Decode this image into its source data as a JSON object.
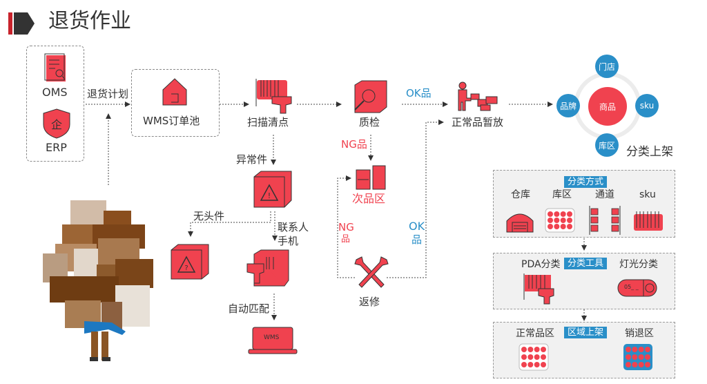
{
  "header": {
    "title": "退货作业"
  },
  "colors": {
    "accent_red": "#f0424f",
    "accent_blue": "#2a8fc8",
    "header_red": "#c8232c",
    "header_dark": "#333333"
  },
  "sources": {
    "oms": "OMS",
    "erp": "ERP"
  },
  "flow": {
    "return_plan": "退货计划",
    "wms_order_pool": "WMS订单池",
    "scan_count": "扫描清点",
    "quality_check": "质检",
    "ok_goods": "OK品",
    "normal_goods_staging": "正常品暂放",
    "ng_goods": "NG品",
    "defective_area": "次品区",
    "exception_item": "异常件",
    "headless_item": "无头件",
    "contact_phone_line1": "联系人",
    "contact_phone_line2": "手机",
    "auto_match": "自动匹配",
    "wms_laptop_text": "WMS",
    "repair": "返修",
    "repair_ng_line1": "NG",
    "repair_ng_line2": "品",
    "repair_ok_line1": "OK",
    "repair_ok_line2": "品",
    "light_display_text": "05_ _"
  },
  "classification_wheel": {
    "center": "商品",
    "top": "门店",
    "left": "品牌",
    "right": "sku",
    "bottom": "库区",
    "caption": "分类上架"
  },
  "panels": {
    "method": {
      "tag": "分类方式",
      "items": [
        "仓库",
        "库区",
        "通道",
        "sku"
      ]
    },
    "tools": {
      "tag": "分类工具",
      "items": [
        "PDA分类",
        "灯光分类"
      ]
    },
    "zone": {
      "tag": "区域上架",
      "items": [
        "正常品区",
        "销退区"
      ]
    }
  }
}
